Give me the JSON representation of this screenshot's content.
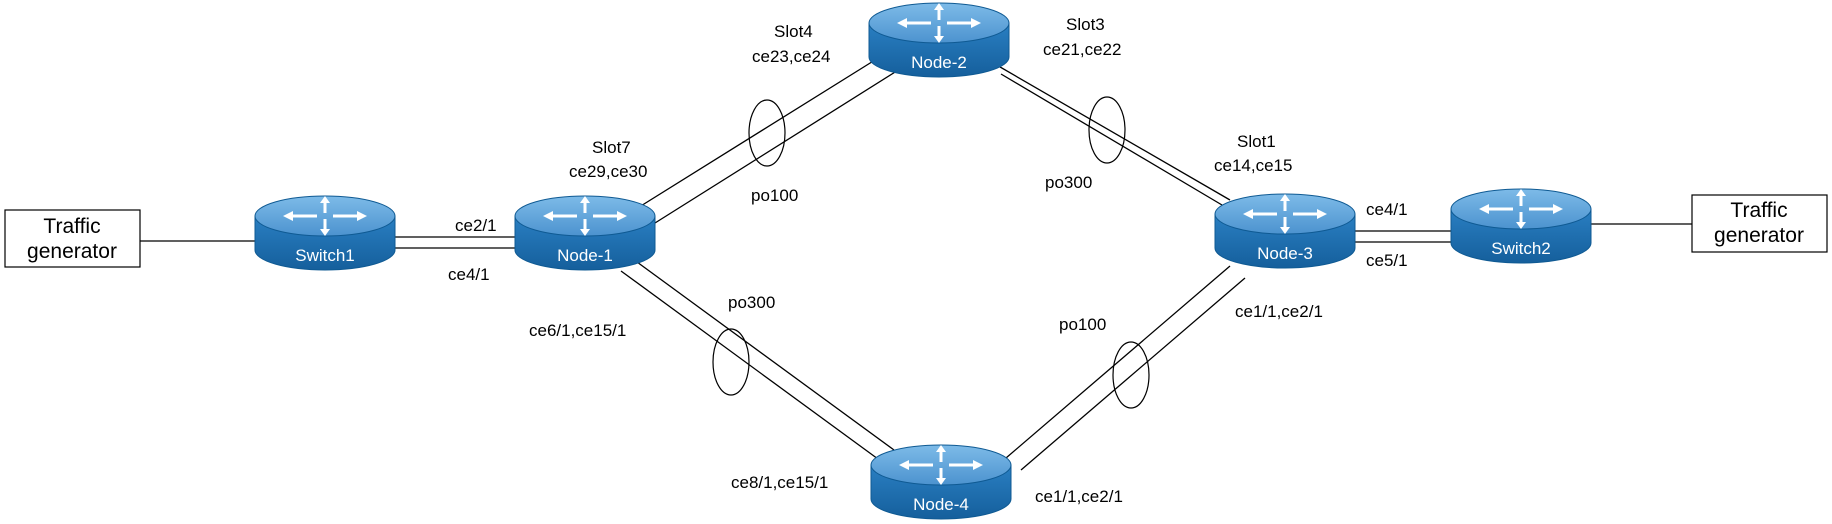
{
  "traffic_generators": {
    "left": {
      "line1": "Traffic",
      "line2": "generator"
    },
    "right": {
      "line1": "Traffic",
      "line2": "generator"
    }
  },
  "devices": {
    "switch1": "Switch1",
    "switch2": "Switch2",
    "node1": "Node-1",
    "node2": "Node-2",
    "node3": "Node-3",
    "node4": "Node-4"
  },
  "port_labels": {
    "sw1_n1_top": "ce2/1",
    "sw1_n1_bottom": "ce4/1",
    "n1_slot": "Slot7",
    "n1_ports_up": "ce29,ce30",
    "n1_ports_down": "ce6/1,ce15/1",
    "n2_slot_left": "Slot4",
    "n2_ports_left": "ce23,ce24",
    "n2_slot_right": "Slot3",
    "n2_ports_right": "ce21,ce22",
    "n3_slot": "Slot1",
    "n3_ports_up": "ce14,ce15",
    "n3_ports_down": "ce1/1,ce2/1",
    "n3_sw2_top": "ce4/1",
    "n3_sw2_bottom": "ce5/1",
    "n4_ports_left": "ce8/1,ce15/1",
    "n4_ports_right": "ce1/1,ce2/1"
  },
  "port_channels": {
    "n1_n2": "po100",
    "n2_n3": "po300",
    "n1_n4": "po300",
    "n4_n3": "po100"
  },
  "colors": {
    "device_top": "#5ea3d9",
    "device_body": "#1d6eb0",
    "device_outline": "#0f5a93",
    "link": "#000000"
  }
}
